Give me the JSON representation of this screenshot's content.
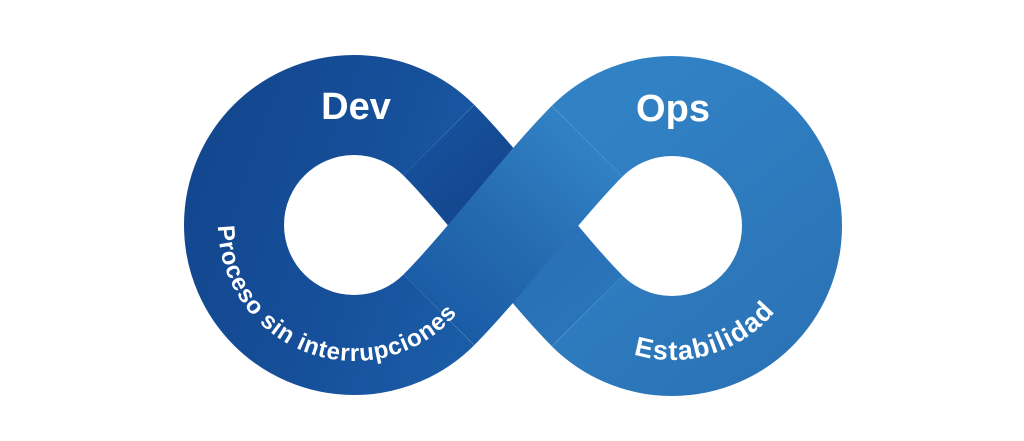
{
  "diagram": {
    "title_left": "Dev",
    "title_right": "Ops",
    "caption_left": "Proceso sin interrupciones",
    "caption_right": "Estabilidad",
    "colors": {
      "background": "#ffffff",
      "text": "#ffffff",
      "dev_dark": "#13478f",
      "dev": "#164f9a",
      "dev_bright": "#1b5ca7",
      "under_dark": "#134489",
      "cross_mid": "#256aae",
      "ops_mid": "#2a70b6",
      "ops_deep": "#2a72b5",
      "ops_deep2": "#2a74b9",
      "ops": "#2e7dbf",
      "ops_light": "#3182c5"
    }
  }
}
